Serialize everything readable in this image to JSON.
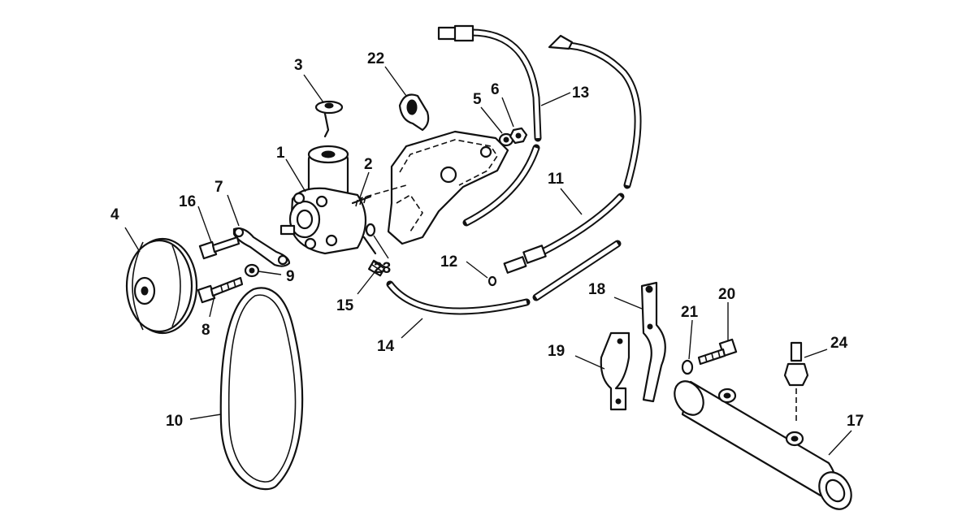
{
  "callouts": [
    {
      "id": "1",
      "text": "1"
    },
    {
      "id": "2",
      "text": "2"
    },
    {
      "id": "3",
      "text": "3"
    },
    {
      "id": "4",
      "text": "4"
    },
    {
      "id": "5",
      "text": "5"
    },
    {
      "id": "6",
      "text": "6"
    },
    {
      "id": "7",
      "text": "7"
    },
    {
      "id": "8",
      "text": "8"
    },
    {
      "id": "9",
      "text": "9"
    },
    {
      "id": "10",
      "text": "10"
    },
    {
      "id": "11",
      "text": "11"
    },
    {
      "id": "12",
      "text": "12"
    },
    {
      "id": "13",
      "text": "13"
    },
    {
      "id": "14",
      "text": "14"
    },
    {
      "id": "15",
      "text": "15"
    },
    {
      "id": "16",
      "text": "16"
    },
    {
      "id": "17",
      "text": "17"
    },
    {
      "id": "18",
      "text": "18"
    },
    {
      "id": "19",
      "text": "19"
    },
    {
      "id": "20",
      "text": "20"
    },
    {
      "id": "21",
      "text": "21"
    },
    {
      "id": "22",
      "text": "22"
    },
    {
      "id": "23",
      "text": "23"
    },
    {
      "id": "24",
      "text": "24"
    }
  ],
  "colors": {
    "ink": "#111111",
    "background": "#ffffff"
  }
}
